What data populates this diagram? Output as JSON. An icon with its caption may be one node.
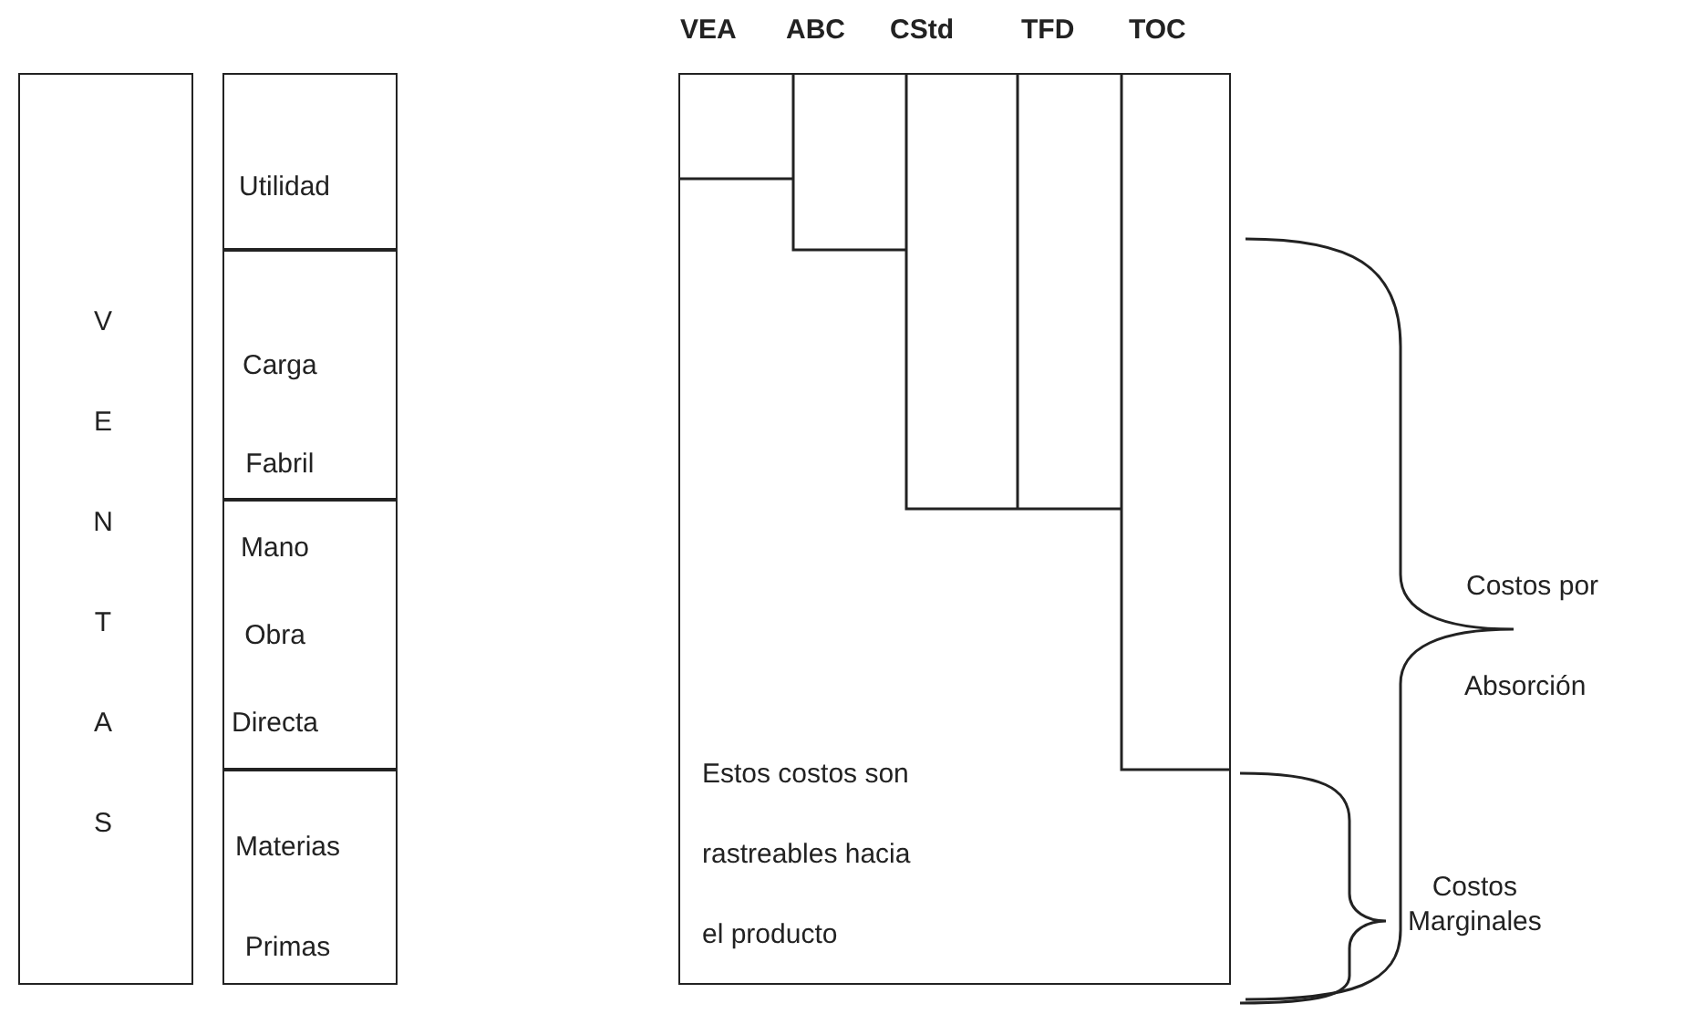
{
  "diagram": {
    "nodes": [
      {
        "text": [
          "VENTAS"
        ]
      },
      {
        "text": [
          "Utilidad"
        ]
      },
      {
        "text": [
          "Carga Fabril"
        ]
      },
      {
        "text": [
          "Mano Obra Directa"
        ]
      },
      {
        "text": [
          "Materias Primas"
        ]
      },
      {
        "text": [
          "Estos costos son rastreables hacia el producto"
        ]
      }
    ],
    "labels": [
      "VEA",
      "ABC",
      "CStd",
      "TFD",
      "TOC",
      "Costos por",
      "Absorción",
      "Costos Marginales"
    ]
  }
}
